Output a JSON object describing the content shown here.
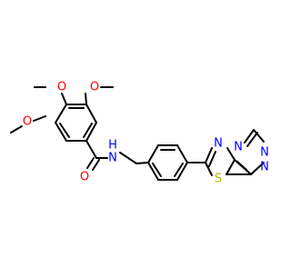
{
  "colors": {
    "bond": "#000000",
    "oxygen": "#ff0000",
    "nitrogen": "#0000ff",
    "sulfur": "#b3b300",
    "background": "#ffffff"
  },
  "molecule": {
    "atom_labels": {
      "o_top": "O",
      "o_right": "O",
      "o_left": "O",
      "o_carbonyl": "O",
      "n_amide": "N",
      "h_amide": "H",
      "n_thiadiazole": "N",
      "n_bridge": "N",
      "n_triazole_1": "N",
      "n_triazole_2": "N",
      "s_ring": "S"
    }
  }
}
